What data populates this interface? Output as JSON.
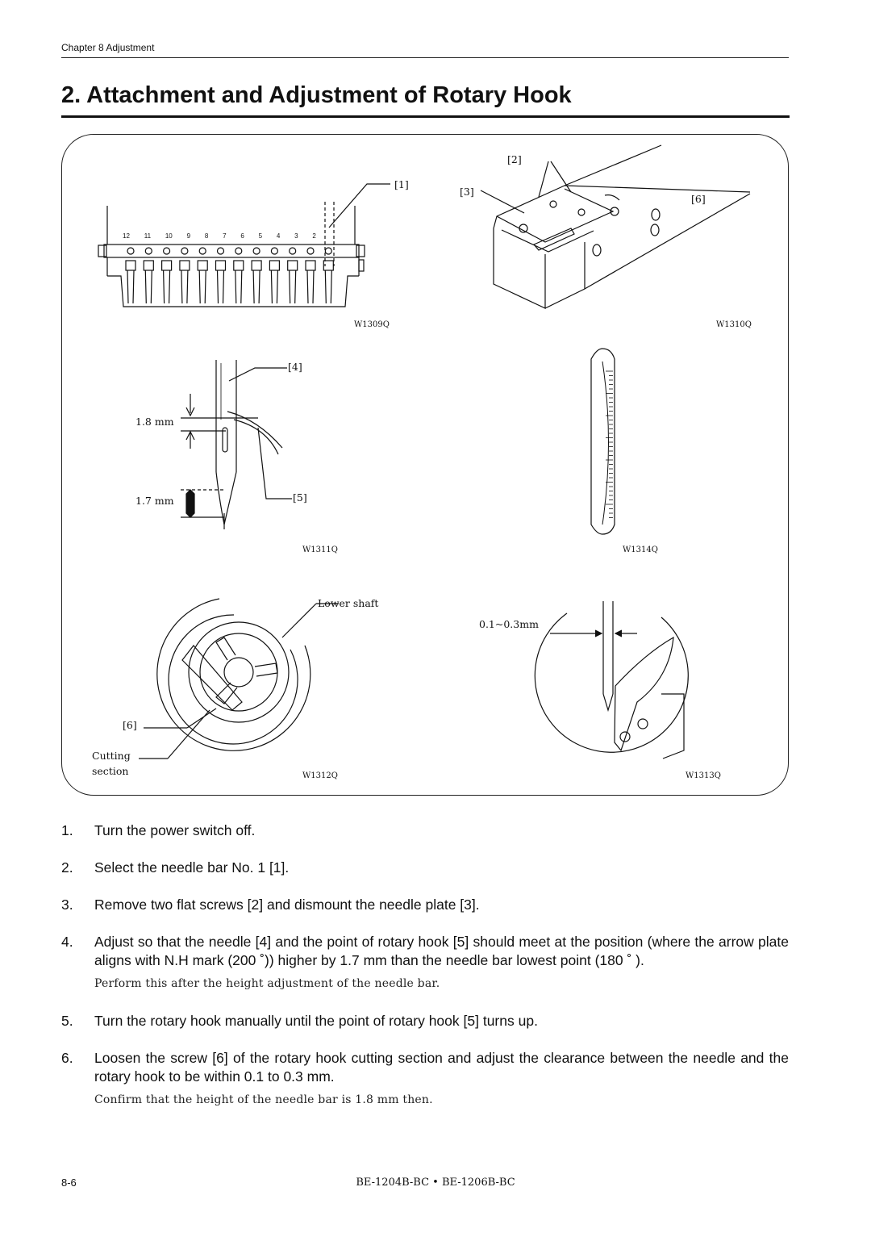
{
  "header": {
    "chapter": "Chapter 8 Adjustment"
  },
  "title": "2. Attachment and Adjustment of Rotary Hook",
  "figure": {
    "callouts": {
      "c1": "[1]",
      "c2": "[2]",
      "c3": "[3]",
      "c4": "[4]",
      "c5": "[5]",
      "c6a": "[6]",
      "c6b": "[6]"
    },
    "needle_numbers": [
      "12",
      "11",
      "10",
      "9",
      "8",
      "7",
      "6",
      "5",
      "4",
      "3",
      "2"
    ],
    "dimensions": {
      "d1": "1.8 mm",
      "d2": "1.7 mm",
      "clearance": "0.1~0.3mm"
    },
    "labels": {
      "lower_shaft": "Lower shaft",
      "cutting": "Cutting",
      "section": "section"
    },
    "codes": {
      "w1309": "W1309Q",
      "w1310": "W1310Q",
      "w1311": "W1311Q",
      "w1314": "W1314Q",
      "w1312": "W1312Q",
      "w1313": "W1313Q"
    }
  },
  "steps": [
    {
      "num": "1.",
      "text": "Turn the power switch off."
    },
    {
      "num": "2.",
      "text": "Select the needle bar No. 1 [1]."
    },
    {
      "num": "3.",
      "text": "Remove two flat screws [2] and dismount the needle plate [3]."
    },
    {
      "num": "4.",
      "text": "Adjust so that the needle [4] and the point of rotary hook [5] should meet at the position (where the arrow plate aligns with N.H mark (200 ˚)) higher by 1.7 mm than the needle bar lowest point (180 ˚ ).",
      "note": "Perform this after the height adjustment of the needle bar."
    },
    {
      "num": "5.",
      "text": "Turn the rotary hook manually until the point of rotary hook [5] turns up."
    },
    {
      "num": "6.",
      "text": "Loosen the screw [6] of the rotary hook cutting section and adjust the clearance between the needle and the rotary hook to be within 0.1 to 0.3 mm.",
      "note": "Confirm that the height of the needle bar is 1.8 mm then."
    }
  ],
  "footer": {
    "page": "8-6",
    "model": "BE-1204B-BC • BE-1206B-BC"
  }
}
